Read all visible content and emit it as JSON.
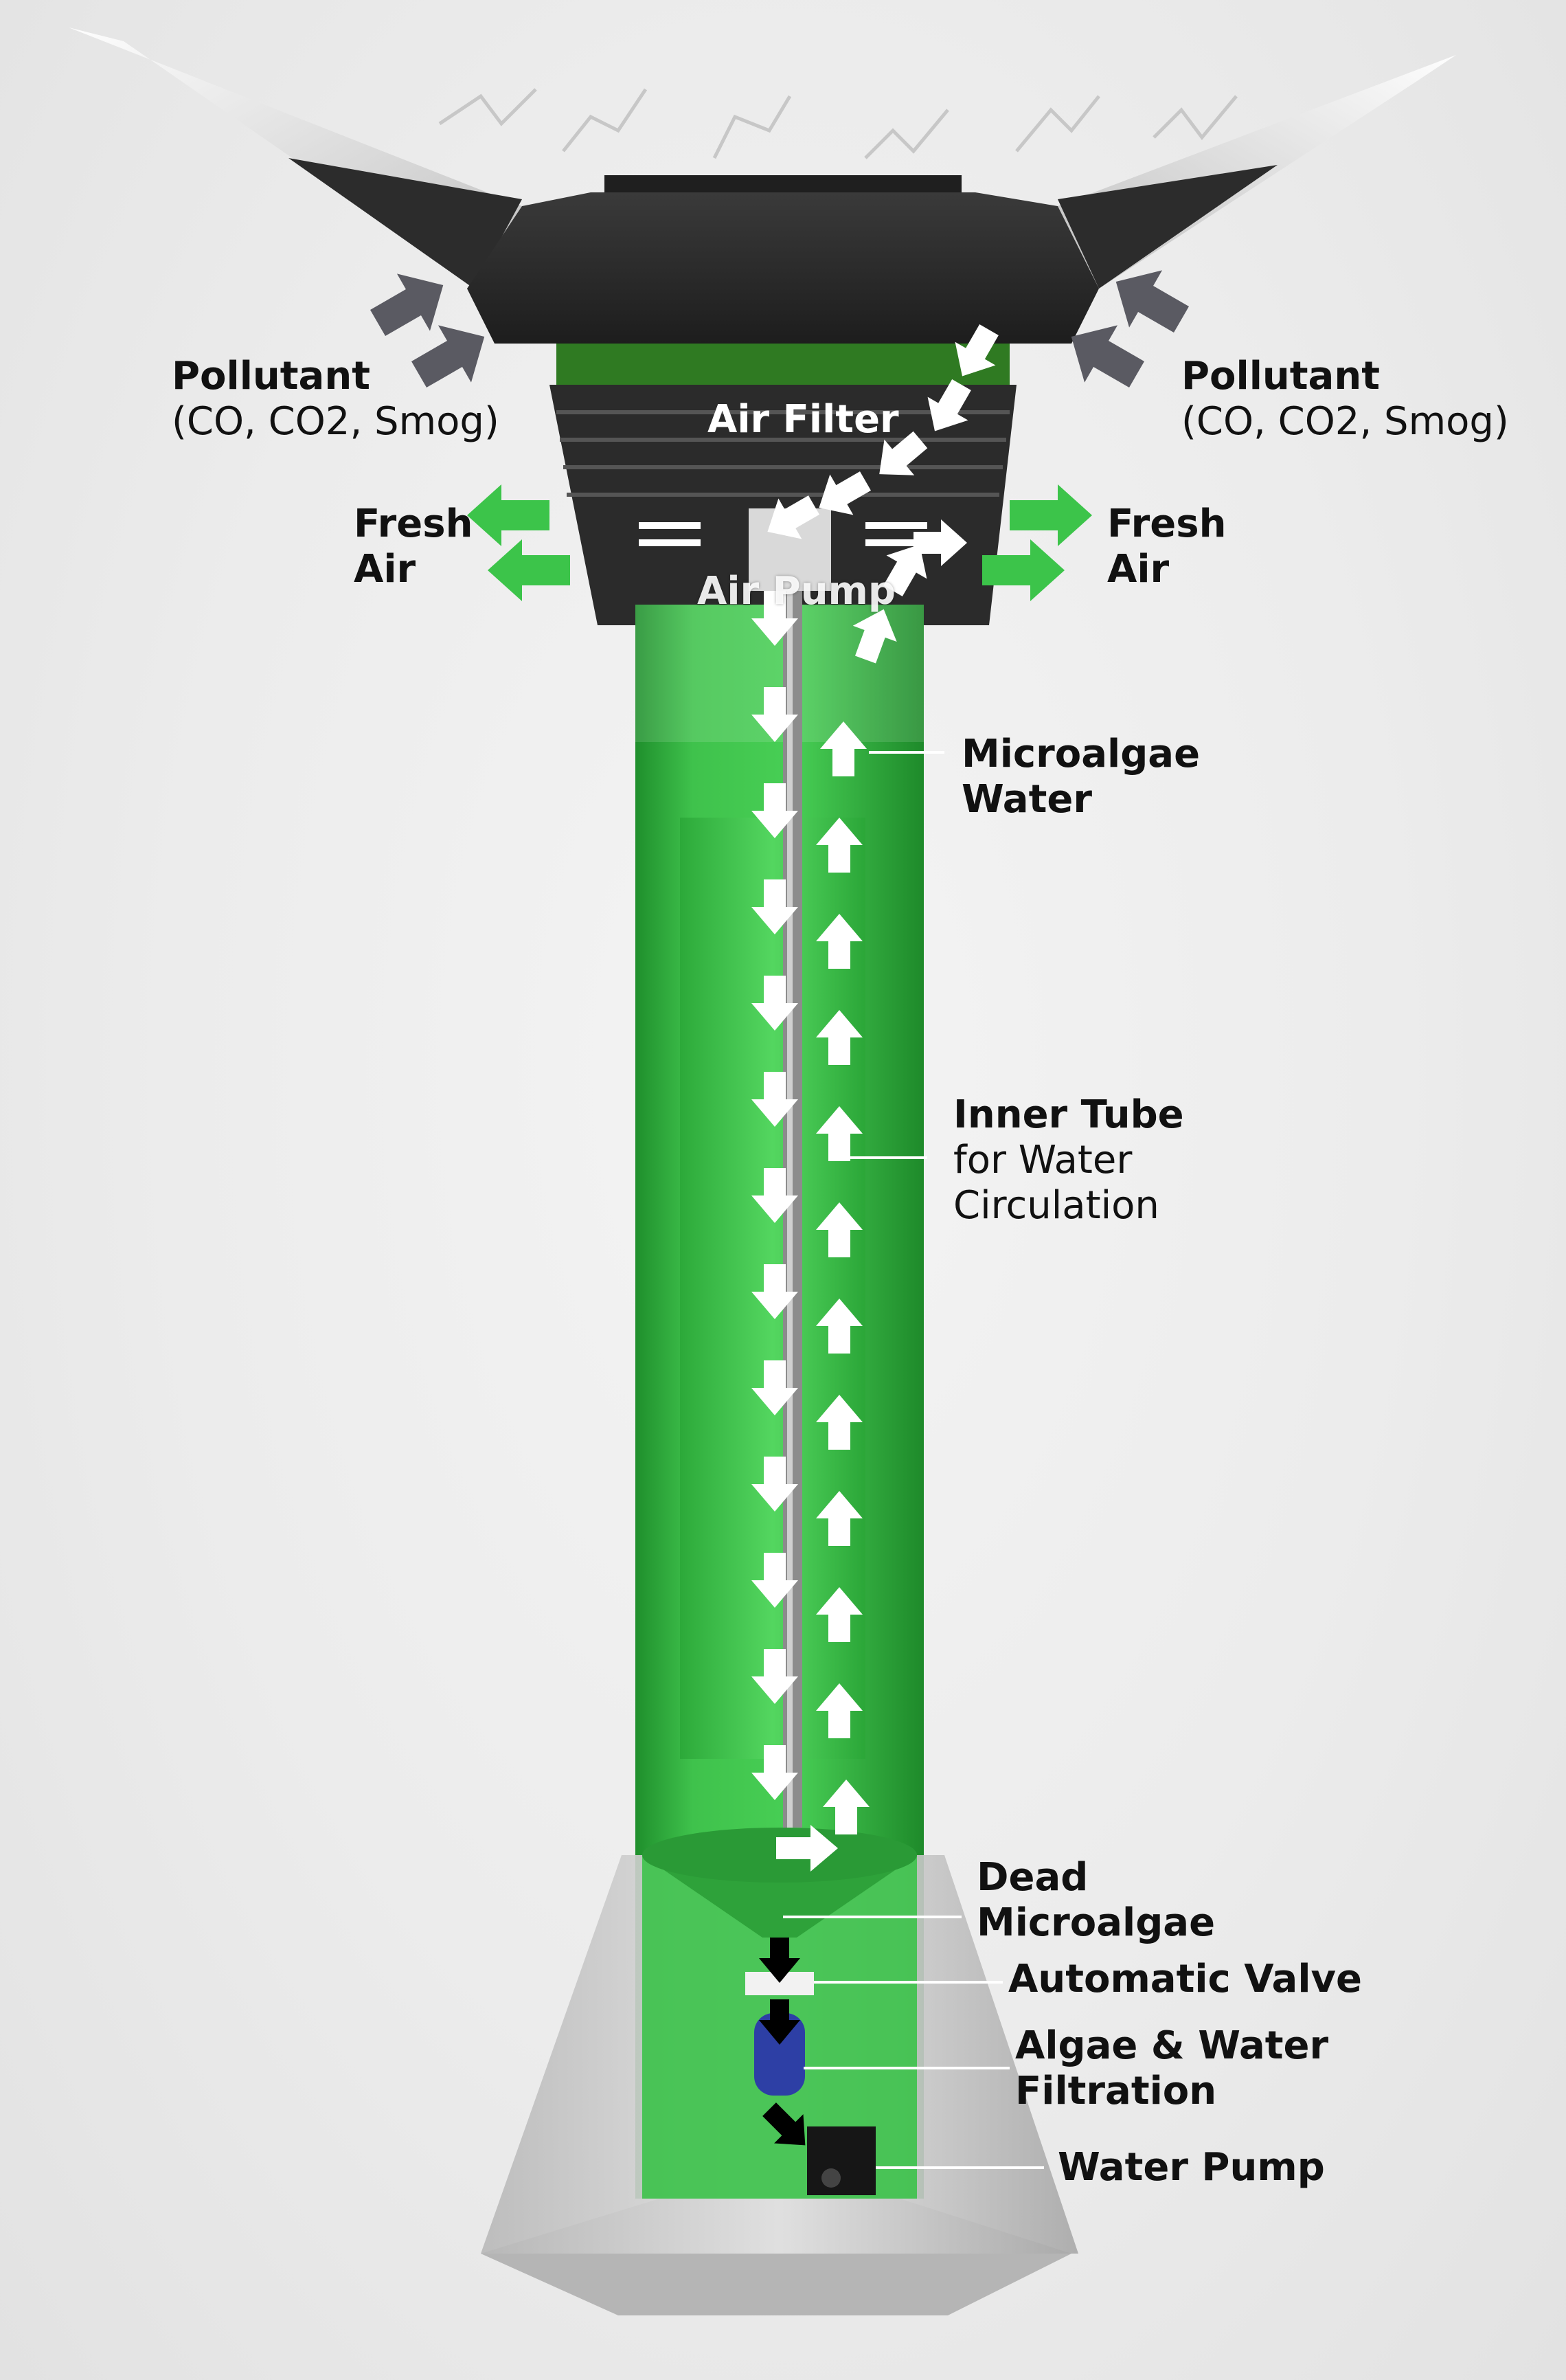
{
  "labels": {
    "pollutant_left": {
      "title": "Pollutant",
      "detail": "(CO, CO2, Smog)"
    },
    "pollutant_right": {
      "title": "Pollutant",
      "detail": "(CO, CO2, Smog)"
    },
    "air_filter": "Air Filter",
    "fresh_air_left": {
      "line1": "Fresh",
      "line2": "Air"
    },
    "fresh_air_right": {
      "line1": "Fresh",
      "line2": "Air"
    },
    "air_pump": "Air Pump",
    "microalgae_water": {
      "line1": "Microalgae",
      "line2": "Water"
    },
    "inner_tube": {
      "line1": "Inner Tube",
      "line2": "for Water",
      "line3": "Circulation"
    },
    "dead_microalgae": {
      "line1": "Dead",
      "line2": "Microalgae"
    },
    "automatic_valve": "Automatic Valve",
    "filtration": {
      "line1": "Algae & Water",
      "line2": "Filtration"
    },
    "water_pump": "Water Pump"
  },
  "colors": {
    "algae_green": "#3ec24a",
    "fresh_air_arrow": "#3cc44a",
    "pollutant_arrow": "#5a5a62",
    "housing_dark": "#2a2a2a",
    "filter_green": "#2f7a22",
    "background": "#ececec"
  },
  "icons": {
    "pollutant_arrows": "gray-diagonal-double-arrow-icon",
    "fresh_air_arrows": "green-outward-arrow-icon",
    "flow_down": "white-down-arrow-icon",
    "flow_up": "white-up-arrow-icon",
    "drain_arrows": "black-down-arrow-icon"
  }
}
